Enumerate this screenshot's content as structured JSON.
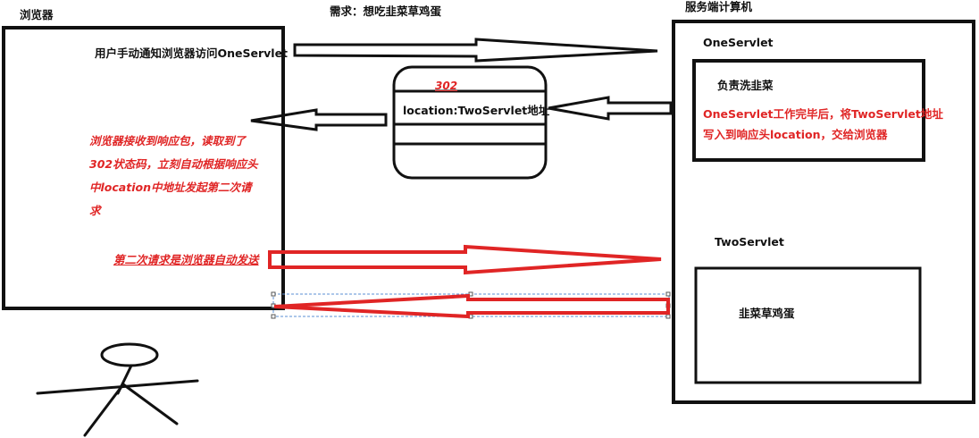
{
  "labels": {
    "browser_title": "浏览器",
    "requirement": "需求：想吃韭菜草鸡蛋",
    "server_title": "服务端计算机",
    "one_servlet": "OneServlet",
    "two_servlet": "TwoServlet",
    "user_request": "用户手动通知浏览器访问OneServlet",
    "response_code": "302",
    "location_header": "location:TwoServlet地址",
    "one_task": "负责洗韭菜",
    "one_action_line1": "OneServlet工作完毕后，将TwoServlet地址",
    "one_action_line2": "写入到响应头location，交给浏览器",
    "browser_note_lines": [
      "浏览器接收到响应包，读取到了",
      "302状态码，立刻自动根据响应头",
      "中location中地址发起第二次请",
      "求"
    ],
    "second_request": "第二次请求是浏览器自动发送",
    "two_task": "韭菜草鸡蛋"
  },
  "colors": {
    "ink": "#111111",
    "accent_red": "#e02525",
    "selection": "#5b8fd6"
  }
}
